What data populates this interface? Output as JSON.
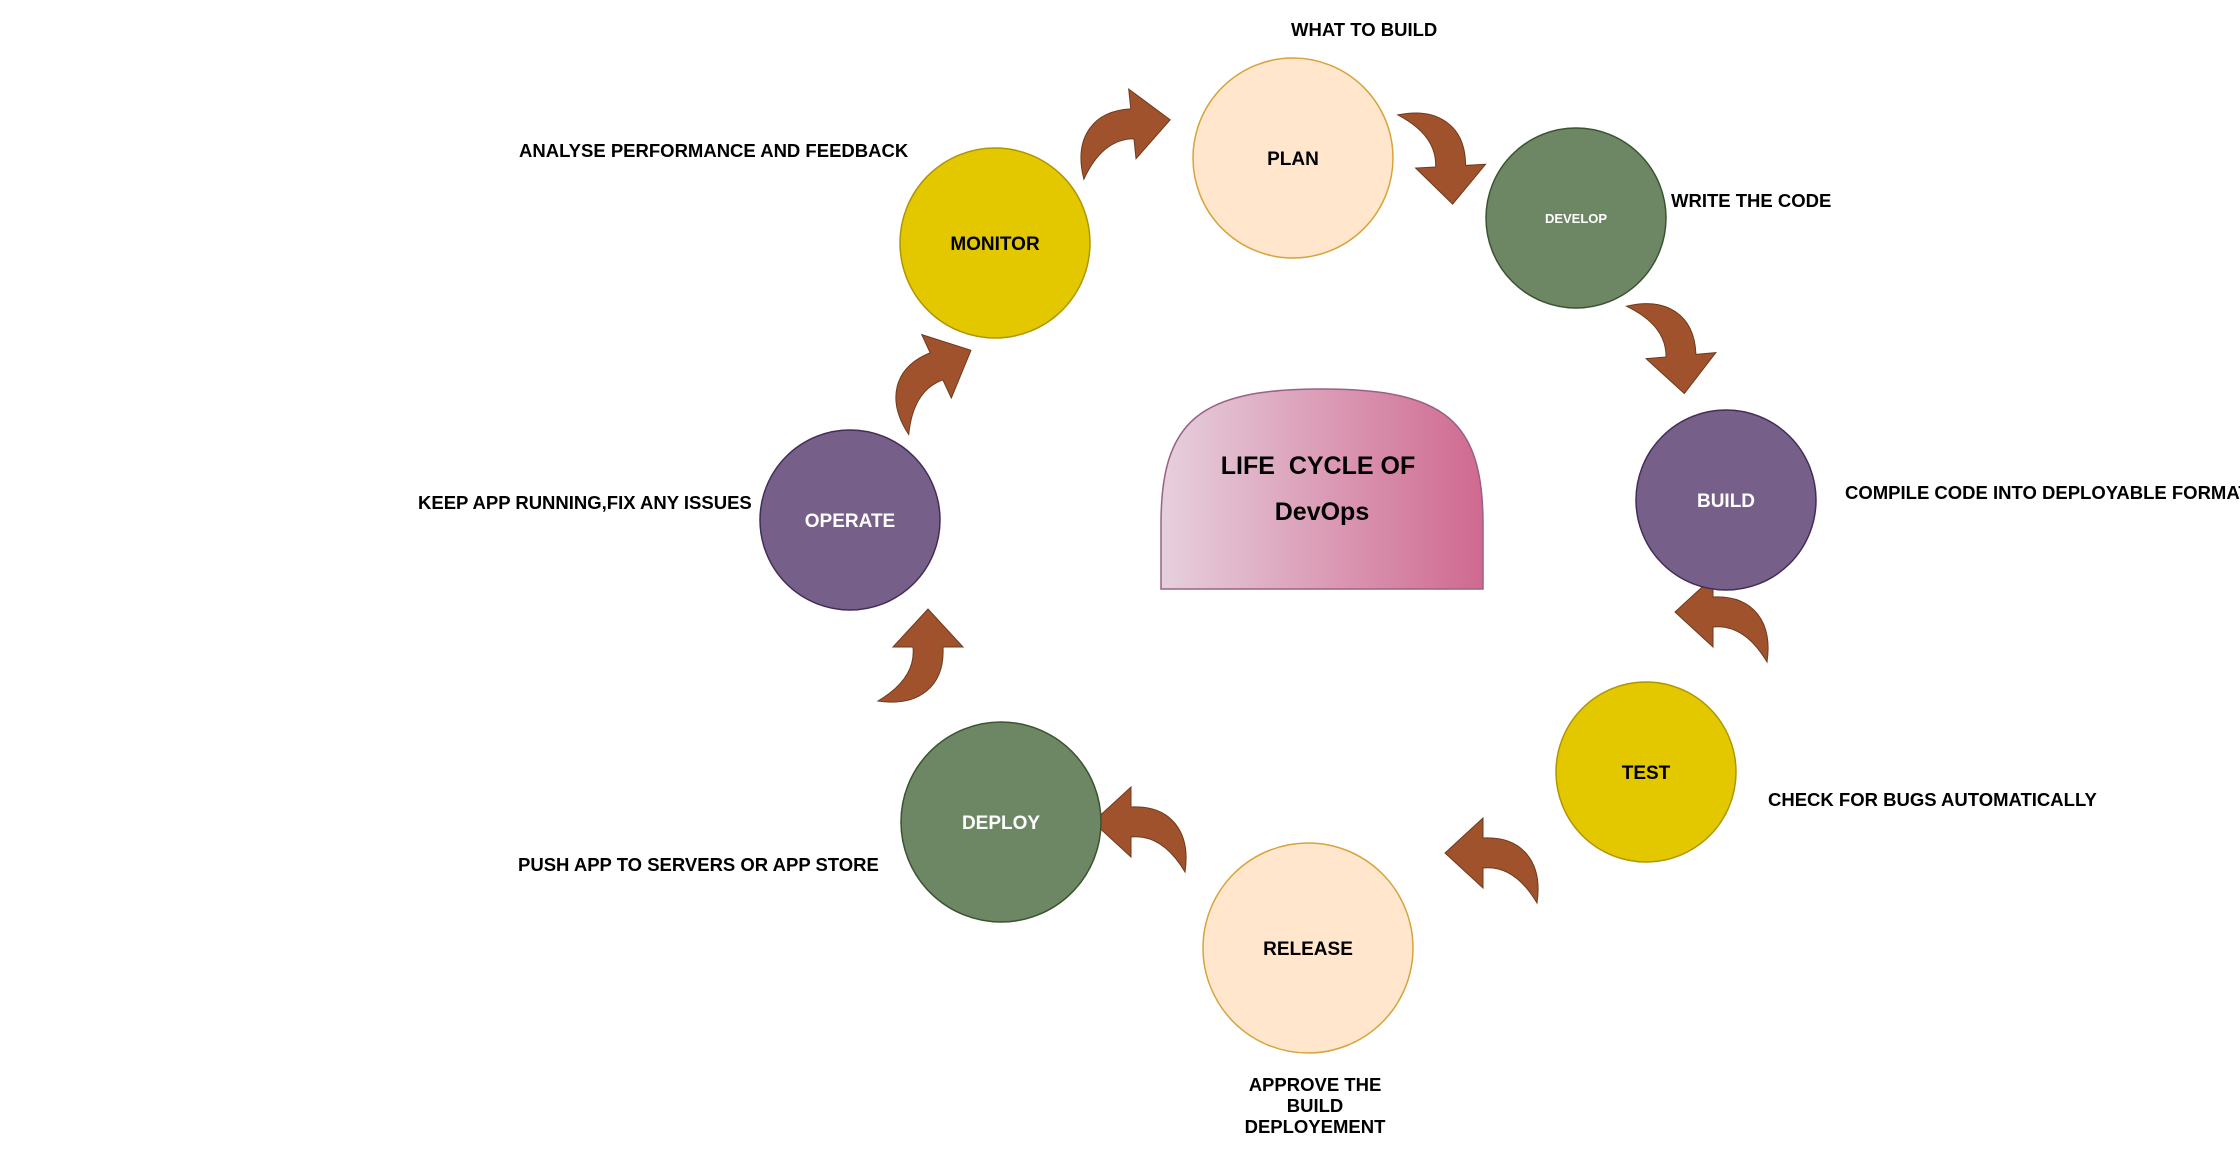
{
  "center": {
    "line1": "LIFE  CYCLE OF",
    "line2": "DevOps"
  },
  "stages": [
    {
      "label": "PLAN",
      "description": "WHAT TO BUILD",
      "fill": "#FFE6CC",
      "stroke": "#D7A33A",
      "text_color": "#000000"
    },
    {
      "label": "DEVELOP",
      "description": "WRITE THE CODE",
      "fill": "#6D8764",
      "stroke": "#3A5431",
      "text_color": "#FFFFFF"
    },
    {
      "label": "BUILD",
      "description": "COMPILE CODE INTO DEPLOYABLE FORMAT",
      "fill": "#76608A",
      "stroke": "#432D57",
      "text_color": "#FFFFFF"
    },
    {
      "label": "TEST",
      "description": "CHECK FOR BUGS AUTOMATICALLY",
      "fill": "#E3C800",
      "stroke": "#B09500",
      "text_color": "#000000"
    },
    {
      "label": "RELEASE",
      "description_lines": [
        "APPROVE THE",
        "BUILD",
        "DEPLOYEMENT"
      ],
      "fill": "#FFE6CC",
      "stroke": "#D7A33A",
      "text_color": "#000000"
    },
    {
      "label": "DEPLOY",
      "description": "PUSH APP TO SERVERS OR APP STORE",
      "fill": "#6D8764",
      "stroke": "#3A5431",
      "text_color": "#FFFFFF"
    },
    {
      "label": "OPERATE",
      "description": "KEEP APP RUNNING,FIX ANY ISSUES",
      "fill": "#76608A",
      "stroke": "#432D57",
      "text_color": "#FFFFFF"
    },
    {
      "label": "MONITOR",
      "description": "ANALYSE PERFORMANCE AND FEEDBACK",
      "fill": "#E3C800",
      "stroke": "#B09500",
      "text_color": "#000000"
    }
  ],
  "colors": {
    "arrow_fill": "#A0522D",
    "arrow_stroke": "#6D3A1C",
    "dome_gradient": [
      "#E6D0DE",
      "#D0698F"
    ],
    "dome_stroke": "#996185"
  }
}
